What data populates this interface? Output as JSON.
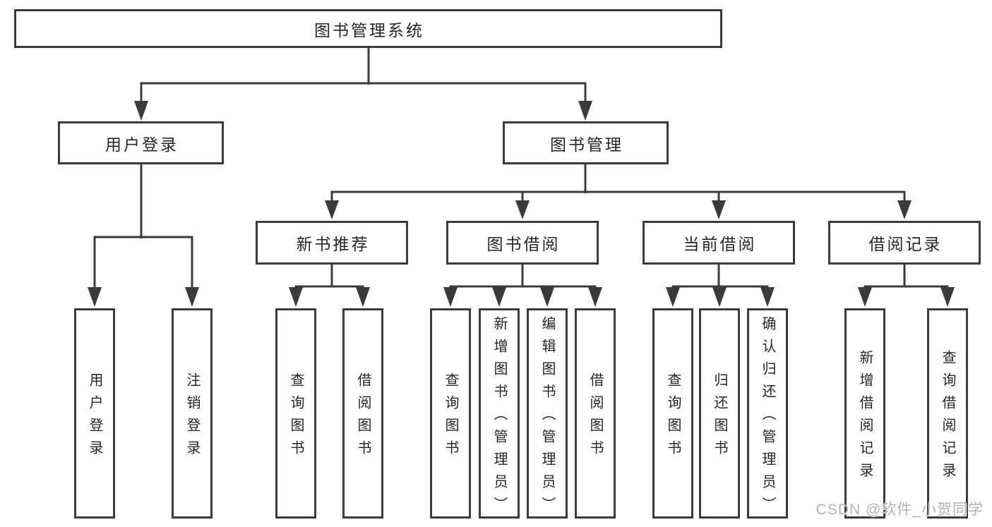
{
  "diagram": {
    "root": {
      "label": "图书管理系统"
    },
    "level2": {
      "user_login": {
        "label": "用户登录"
      },
      "book_mgmt": {
        "label": "图书管理"
      }
    },
    "level3": {
      "new_books": {
        "label": "新书推荐"
      },
      "book_borrow": {
        "label": "图书借阅"
      },
      "current_borrow": {
        "label": "当前借阅"
      },
      "borrow_record": {
        "label": "借阅记录"
      }
    },
    "leaves": {
      "user_login": [
        "用户登录",
        "注销登录"
      ],
      "new_books": [
        "查询图书",
        "借阅图书"
      ],
      "book_borrow": [
        "查询图书",
        "新增图书（管理员）",
        "编辑图书（管理员）",
        "借阅图书"
      ],
      "current_borrow": [
        "查询图书",
        "归还图书",
        "确认归还（管理员）"
      ],
      "borrow_record": [
        "新增借阅记录",
        "查询借阅记录"
      ]
    },
    "colors": {
      "line": "#3b3b3b",
      "text": "#262626",
      "box_background": "#ffffff",
      "watermark": "#b2b2b2"
    }
  },
  "watermark": {
    "text": "CSDN @软件_小贺同学"
  }
}
